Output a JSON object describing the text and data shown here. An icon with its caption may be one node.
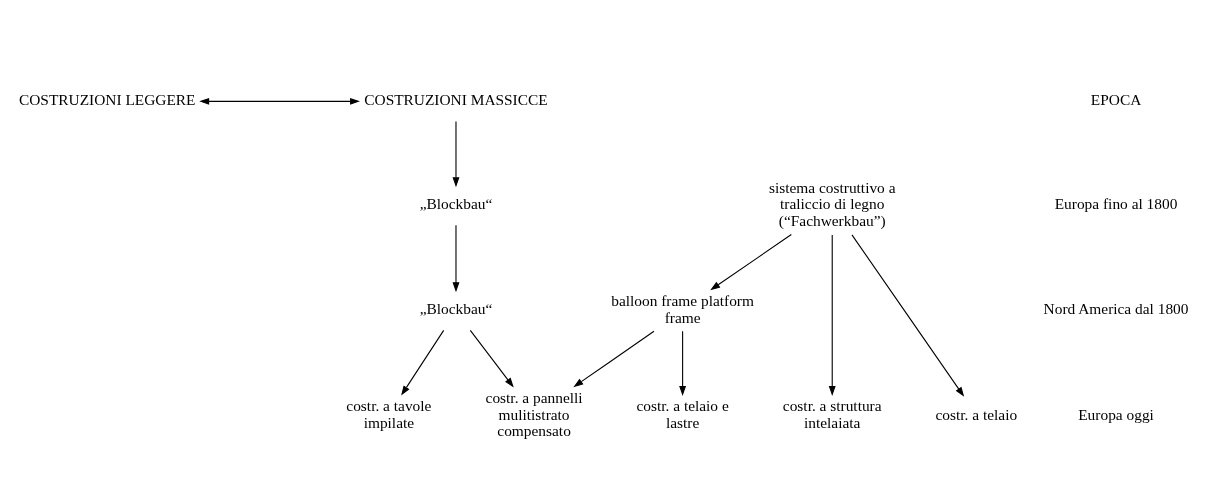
{
  "diagram": {
    "nodes": [
      {
        "text": [
          "COSTRUZIONI LEGGERE"
        ]
      },
      {
        "text": [
          "COSTRUZIONI MASSICCE"
        ]
      },
      {
        "text": [
          "sistema costruttivo a traliccio di legno (“Fachwerkbau”)"
        ]
      },
      {
        "text": [
          "„Blockbau“"
        ]
      },
      {
        "text": [
          "balloon frame platform frame"
        ]
      },
      {
        "text": [
          "„Blockbau“"
        ]
      },
      {
        "text": [
          "costr. a struttura intelaiata"
        ]
      },
      {
        "text": [
          "costr. a telaio"
        ]
      },
      {
        "text": [
          "costr. a telaio e lastre"
        ]
      },
      {
        "text": [
          "costr. a pannelli mulitistrato compensato"
        ]
      },
      {
        "text": [
          "costr. a tavole impilate"
        ]
      }
    ],
    "edges": [
      {
        "from": 0,
        "to": 1,
        "arrow": "both"
      },
      {
        "from": 1,
        "to": 3,
        "arrow": "to"
      },
      {
        "from": 3,
        "to": 5,
        "arrow": "to"
      },
      {
        "from": 2,
        "to": 6,
        "arrow": "to"
      },
      {
        "from": 2,
        "to": 7,
        "arrow": "to"
      },
      {
        "from": 2,
        "to": 4,
        "arrow": "to"
      },
      {
        "from": 4,
        "to": 8,
        "arrow": "to"
      },
      {
        "from": 4,
        "to": 9,
        "arrow": "to"
      },
      {
        "from": 5,
        "to": 9,
        "arrow": "to"
      },
      {
        "from": 5,
        "to": 10,
        "arrow": "to"
      }
    ],
    "labels": [
      "EPOCA",
      "Europa fino al 1800",
      "Nord America dal 1800",
      "Europa oggi"
    ]
  }
}
